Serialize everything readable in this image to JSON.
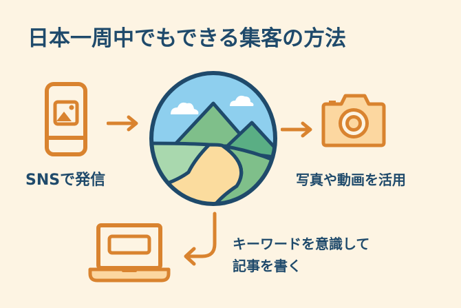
{
  "title": "日本一周中でもできる集客の方法",
  "colors": {
    "background": "#fdf4e3",
    "title_text": "#1f4a6b",
    "icon_orange": "#d9832f",
    "icon_fill_light": "#fcd7a0",
    "circle_outline": "#1f4a6b",
    "sky": "#8ecfee",
    "mountain": "#7fbf8a",
    "mountain_dark": "#5aae84",
    "field_light": "#a9d8ae",
    "road": "#fbdc9e"
  },
  "items": [
    {
      "id": "sns",
      "icon": "smartphone-photo-icon",
      "label": "SNSで発信"
    },
    {
      "id": "media",
      "icon": "camera-icon",
      "label": "写真や動画を活用"
    },
    {
      "id": "blog",
      "icon": "laptop-icon",
      "label_line1": "キーワードを意識して",
      "label_line2": "記事を書く"
    }
  ],
  "center": {
    "icon": "mountain-road-landscape-icon"
  },
  "arrows": [
    {
      "from": "sns",
      "to": "center",
      "icon": "arrow-right-icon"
    },
    {
      "from": "center",
      "to": "media",
      "icon": "arrow-right-icon"
    },
    {
      "from": "center",
      "to": "blog",
      "icon": "curved-arrow-down-left-icon"
    }
  ]
}
